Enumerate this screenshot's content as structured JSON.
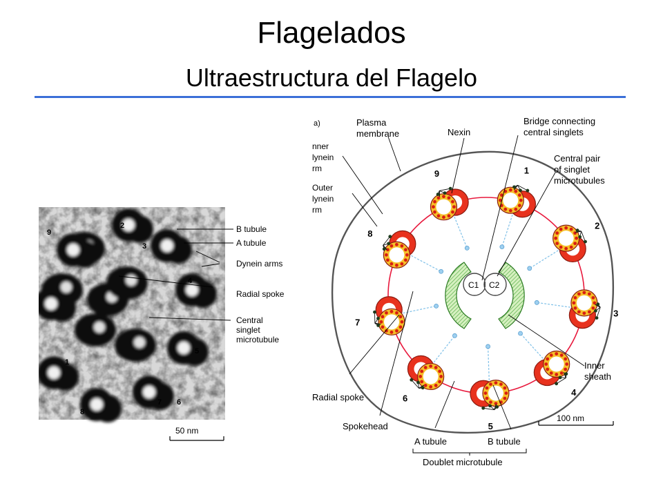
{
  "slide": {
    "title": "Flagelados",
    "subtitle": "Ultraestructura del Flagelo"
  },
  "micrograph": {
    "labels": {
      "b_tubule": "B tubule",
      "a_tubule": "A tubule",
      "dynein_arms": "Dynein arms",
      "radial_spoke": "Radial spoke",
      "central_1": "Central",
      "central_2": "singlet",
      "central_3": "microtubule"
    },
    "doublet_numbers": [
      "1",
      "2",
      "3",
      "4",
      "5",
      "6",
      "7",
      "8",
      "9"
    ],
    "scale_bar": "50 nm"
  },
  "diagram": {
    "panel_tag": "a)",
    "labels": {
      "plasma_membrane_1": "Plasma",
      "plasma_membrane_2": "membrane",
      "nexin": "Nexin",
      "bridge_1": "Bridge connecting",
      "bridge_2": "central singlets",
      "central_pair_1": "Central pair",
      "central_pair_2": "of singlet",
      "central_pair_3": "microtubules",
      "inner_dynein_1": "nner",
      "inner_dynein_2": "lynein",
      "inner_dynein_3": "rm",
      "outer_dynein_1": "Outer",
      "outer_dynein_2": "lynein",
      "outer_dynein_3": "rm",
      "radial_spoke": "Radial spoke",
      "spokehead": "Spokehead",
      "a_tubule": "A tubule",
      "b_tubule": "B tubule",
      "doublet_microtubule": "Doublet microtubule",
      "inner_sheath_1": "Inner",
      "inner_sheath_2": "sheath",
      "c1": "C1",
      "c2": "C2"
    },
    "doublet_numbers": [
      "1",
      "2",
      "3",
      "4",
      "5",
      "6",
      "7",
      "8",
      "9"
    ],
    "scale_bar": "100 nm"
  }
}
